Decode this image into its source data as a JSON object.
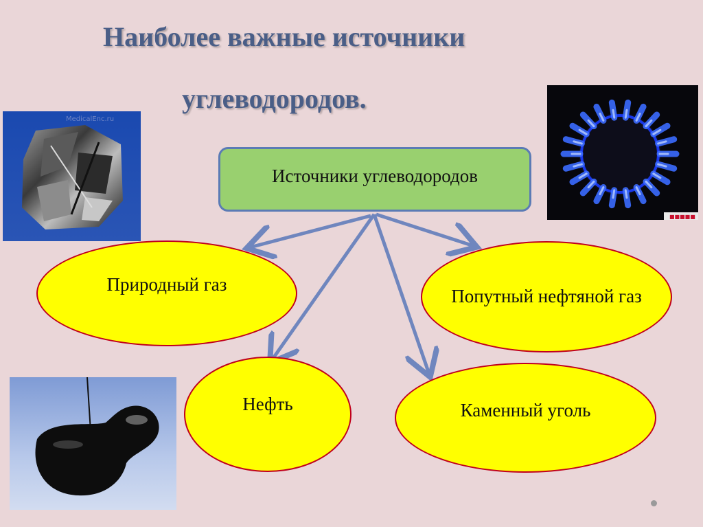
{
  "title": {
    "line1": "Наиболее важные источники",
    "line2": "углеводородов."
  },
  "root": {
    "label": "Источники углеводородов"
  },
  "nodes": {
    "natural_gas": "Природный газ",
    "associated_gas": "Попутный нефтяной газ",
    "oil": "Нефть",
    "coal": "Каменный уголь"
  },
  "images": {
    "coal_watermark": "MedicalEnc.ru"
  },
  "colors": {
    "background": "#ead6d8",
    "title": "#4a5e87",
    "root_fill": "#99d06f",
    "root_border": "#5b7bb5",
    "ellipse_fill": "#ffff00",
    "ellipse_border": "#c0001c",
    "arrow": "#6f86be"
  }
}
